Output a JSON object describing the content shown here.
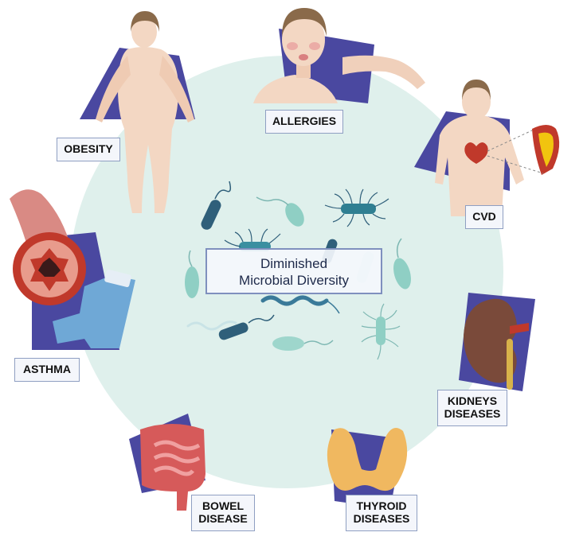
{
  "center": {
    "title": "Diminished\nMicrobial Diversity"
  },
  "conditions": [
    {
      "id": "allergies",
      "label": "ALLERGIES"
    },
    {
      "id": "cvd",
      "label": "CVD"
    },
    {
      "id": "kidneys",
      "label": "KIDNEYS\nDISEASES"
    },
    {
      "id": "thyroid",
      "label": "THYROID\nDISEASES"
    },
    {
      "id": "bowel",
      "label": "BOWEL\nDISEASE"
    },
    {
      "id": "asthma",
      "label": "ASTHMA"
    },
    {
      "id": "obesity",
      "label": "OBESITY"
    }
  ],
  "colors": {
    "circle": "#dff0ec",
    "backdrop": "#4a48a0",
    "skin": "#f3d7c3",
    "hair": "#8a6a4a",
    "microbe_teal": "#5fb3ad",
    "microbe_dark": "#2f5f7a",
    "microbe_light": "#a9d3cf"
  }
}
